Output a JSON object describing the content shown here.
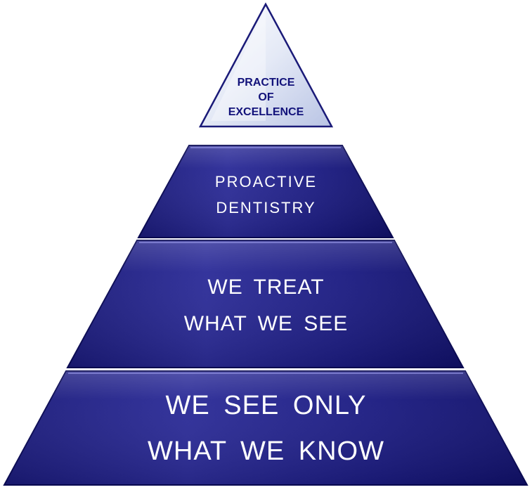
{
  "pyramid": {
    "tiers": [
      {
        "lines": [
          "PRACTICE",
          "OF",
          "EXCELLENCE"
        ]
      },
      {
        "lines": [
          "PROACTIVE",
          "DENTISTRY"
        ]
      },
      {
        "lines": [
          "WE  TREAT",
          "WHAT  WE  SEE"
        ]
      },
      {
        "lines": [
          "WE  SEE  ONLY",
          "WHAT  WE  KNOW"
        ]
      }
    ]
  },
  "colors": {
    "tier_fill_light": "#4141b8",
    "tier_fill_dark": "#0f0f68",
    "apex_fill": "#e6eaf6",
    "apex_text": "#12127a",
    "tier_text": "#ffffff"
  }
}
